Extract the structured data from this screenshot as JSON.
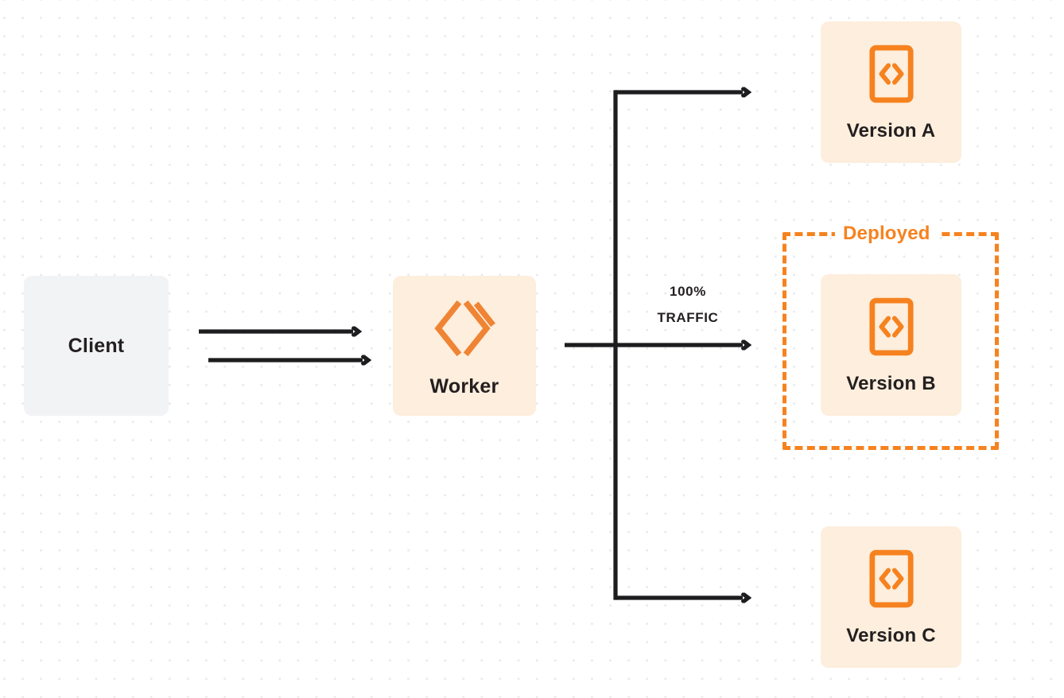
{
  "diagram": {
    "title": "Worker version traffic routing",
    "colors": {
      "accent_orange": "#f6821f",
      "node_fill_orange": "#fdeedd",
      "node_fill_gray": "#f2f3f4",
      "text_dark": "#231f20",
      "line_dark": "#1d1d1f",
      "dot_grid": "#e7e8ea",
      "background": "#ffffff"
    },
    "nodes": {
      "client": {
        "label": "Client"
      },
      "worker": {
        "label": "Worker",
        "icon": "cloudflare-workers-logo"
      },
      "version_a": {
        "label": "Version A",
        "icon": "code-file-icon"
      },
      "version_b": {
        "label": "Version B",
        "icon": "code-file-icon"
      },
      "version_c": {
        "label": "Version C",
        "icon": "code-file-icon"
      }
    },
    "group": {
      "deployed_label": "Deployed"
    },
    "edges": {
      "traffic_label_line1": "100%",
      "traffic_label_line2": "TRAFFIC",
      "client_to_worker": "request-arrow-right",
      "worker_to_client": "response-arrow-left",
      "worker_to_version_a": "branch-arrow-top",
      "worker_to_version_b": "branch-arrow-middle",
      "worker_to_version_c": "branch-arrow-bottom"
    }
  }
}
